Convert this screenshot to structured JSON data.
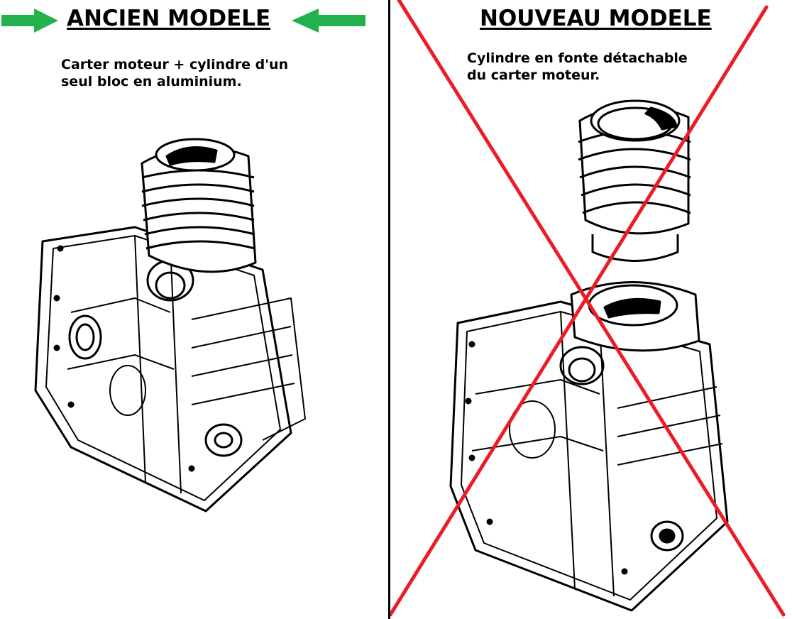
{
  "left": {
    "title": "ANCIEN MODELE",
    "caption_line1": "Carter moteur + cylindre d'un",
    "caption_line2": "seul bloc en aluminium."
  },
  "right": {
    "title": "NOUVEAU MODELE",
    "caption_line1": "Cylindre en fonte détachable",
    "caption_line2": "du carter moteur."
  },
  "colors": {
    "arrow": "#22b14c",
    "cross": "#ed1c24",
    "ink": "#000000",
    "background": "#ffffff"
  }
}
